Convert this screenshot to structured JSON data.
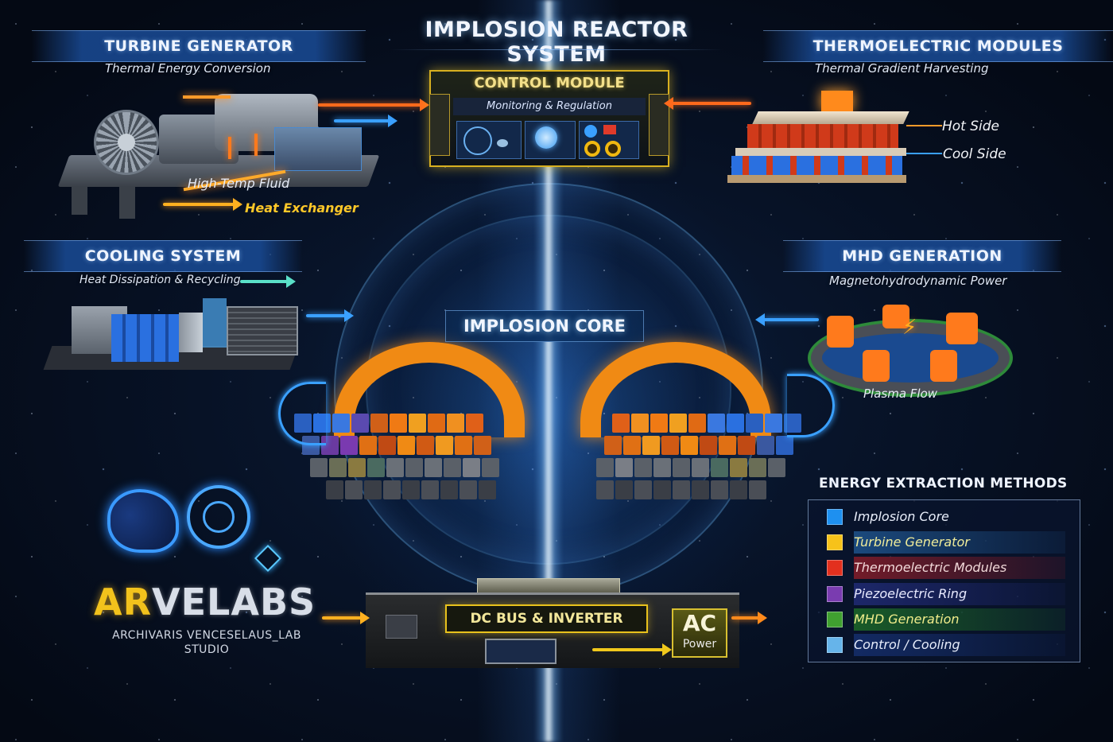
{
  "title": "IMPLOSION REACTOR SYSTEM",
  "sections": {
    "turbine": {
      "title": "TURBINE GENERATOR",
      "subtitle": "Thermal Energy Conversion",
      "labels": {
        "fluid": "High-Temp Fluid",
        "exchanger": "Heat Exchanger"
      }
    },
    "control": {
      "title": "CONTROL MODULE",
      "subtitle": "Monitoring & Regulation"
    },
    "thermoelectric": {
      "title": "THERMOELECTRIC MODULES",
      "subtitle": "Thermal Gradient Harvesting",
      "labels": {
        "hot": "Hot Side",
        "cool": "Cool Side"
      }
    },
    "cooling": {
      "title": "COOLING SYSTEM",
      "subtitle": "Heat Dissipation & Recycling"
    },
    "mhd": {
      "title": "MHD GENERATION",
      "subtitle": "Magnetohydrodynamic Power",
      "labels": {
        "plasma": "Plasma Flow"
      }
    },
    "core": {
      "title": "IMPLOSION CORE"
    },
    "dc_bus": {
      "title": "DC BUS & INVERTER",
      "ac_main": "AC",
      "ac_sub": "Power"
    }
  },
  "legend": {
    "title": "ENERGY EXTRACTION METHODS",
    "items": [
      {
        "label": "Implosion Core",
        "color": "#1e90f0",
        "band": "rgba(20,50,100,0.0)",
        "text_color": "#e8eefa"
      },
      {
        "label": "Turbine Generator",
        "color": "#f7c21a",
        "band": "rgba(40,110,180,0.55)",
        "text_color": "#f0ec9a"
      },
      {
        "label": "Thermoelectric Modules",
        "color": "#e3301e",
        "band": "rgba(150,30,40,0.7)",
        "text_color": "#f2dada"
      },
      {
        "label": "Piezoelectric Ring",
        "color": "#7a3cb0",
        "band": "rgba(40,50,140,0.6)",
        "text_color": "#e8eaff"
      },
      {
        "label": "MHD Generation",
        "color": "#40a030",
        "band": "rgba(30,110,40,0.75)",
        "text_color": "#f0ec8a"
      },
      {
        "label": "Control / Cooling",
        "color": "#66b4ea",
        "band": "rgba(25,55,130,0.6)",
        "text_color": "#e6ecfa"
      }
    ]
  },
  "brand": {
    "name_accent": "AR",
    "name_rest": "VELABS",
    "tagline_1": "ARCHIVARIS VENCESELAUS_LAB",
    "tagline_2": "STUDIO"
  },
  "icons": {
    "lightning": "⚡"
  },
  "colors": {
    "accent_gold": "#e8c21c",
    "accent_blue": "#3aa0ff",
    "accent_orange": "#ff8a1c",
    "background": "#050a16"
  }
}
